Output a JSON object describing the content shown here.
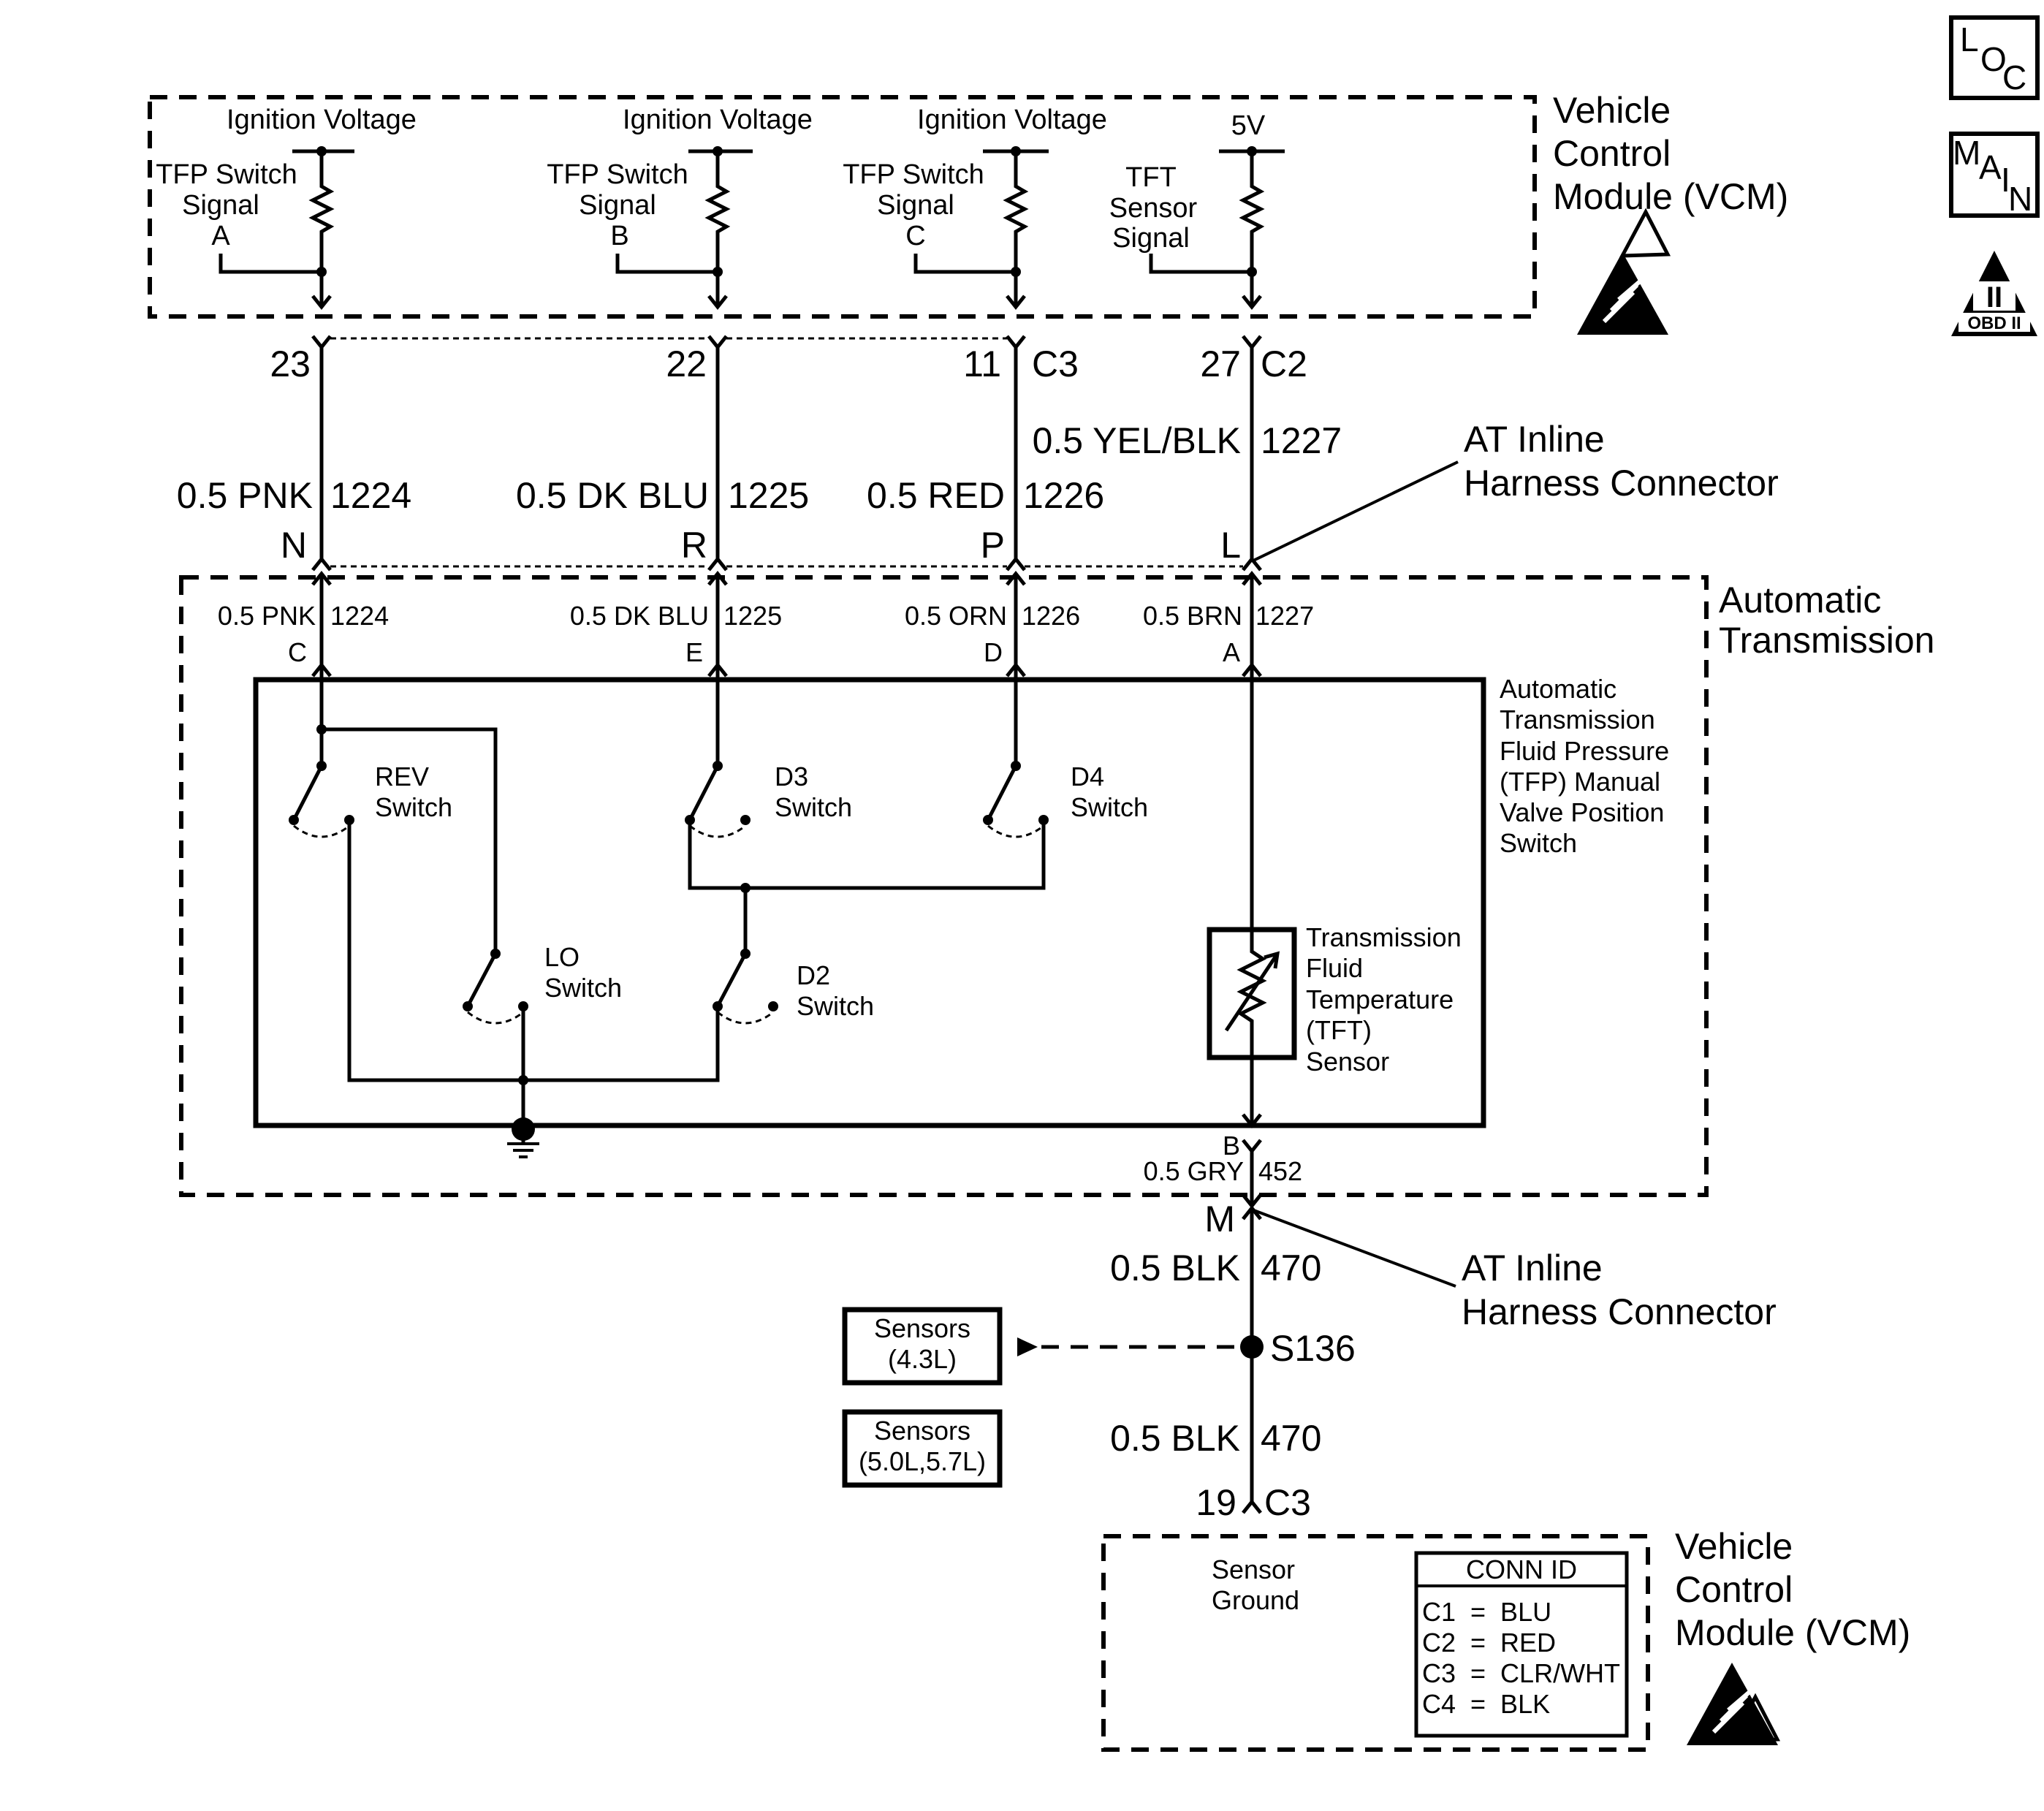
{
  "vcm_top": {
    "title_lines": [
      "Vehicle",
      "Control",
      "Module (VCM)"
    ],
    "circuits": [
      {
        "supply": "Ignition Voltage",
        "signal_lines": [
          "TFP Switch",
          "Signal",
          "A"
        ],
        "pin": "23",
        "connector": ""
      },
      {
        "supply": "Ignition Voltage",
        "signal_lines": [
          "TFP Switch",
          "Signal",
          "B"
        ],
        "pin": "22",
        "connector": ""
      },
      {
        "supply": "Ignition Voltage",
        "signal_lines": [
          "TFP Switch",
          "Signal",
          "C"
        ],
        "pin": "11",
        "connector": "C3"
      },
      {
        "supply": "5V",
        "signal_lines": [
          "TFT",
          "Sensor",
          "Signal"
        ],
        "pin": "27",
        "connector": "C2"
      }
    ]
  },
  "side_icons": {
    "loc": [
      "L",
      "O",
      "C"
    ],
    "main": [
      "M",
      "A",
      "I",
      "N"
    ],
    "obd": {
      "roman": "II",
      "label": "OBD II"
    }
  },
  "harness_wires": [
    {
      "size_color": "0.5 PNK",
      "circuit": "1224",
      "terminal": "N"
    },
    {
      "size_color": "0.5 DK BLU",
      "circuit": "1225",
      "terminal": "R"
    },
    {
      "size_color": "0.5 RED",
      "circuit": "1226",
      "terminal": "P"
    },
    {
      "size_color": "0.5 YEL/BLK",
      "circuit": "1227",
      "terminal": "L"
    }
  ],
  "inline_connector_label": [
    "AT Inline",
    "Harness Connector"
  ],
  "automatic_transmission": {
    "title_lines": [
      "Automatic",
      "Transmission"
    ],
    "wires": [
      {
        "size_color": "0.5 PNK",
        "circuit": "1224",
        "terminal": "C"
      },
      {
        "size_color": "0.5 DK BLU",
        "circuit": "1225",
        "terminal": "E"
      },
      {
        "size_color": "0.5 ORN",
        "circuit": "1226",
        "terminal": "D"
      },
      {
        "size_color": "0.5 BRN",
        "circuit": "1227",
        "terminal": "A"
      }
    ],
    "tfp_label_lines": [
      "Automatic",
      "Transmission",
      "Fluid Pressure",
      "(TFP) Manual",
      "Valve Position",
      "Switch"
    ],
    "switches": {
      "rev": [
        "REV",
        "Switch"
      ],
      "d3": [
        "D3",
        "Switch"
      ],
      "d4": [
        "D4",
        "Switch"
      ],
      "lo": [
        "LO",
        "Switch"
      ],
      "d2": [
        "D2",
        "Switch"
      ]
    },
    "tft_label_lines": [
      "Transmission",
      "Fluid",
      "Temperature",
      "(TFT)",
      "Sensor"
    ],
    "ground_terminal": "B",
    "ground_wire": {
      "size_color": "0.5 GRY",
      "circuit": "452"
    }
  },
  "ground_circuit": {
    "inline_terminal": "M",
    "wire_upper": {
      "size_color": "0.5 BLK",
      "circuit": "470"
    },
    "splice": "S136",
    "wire_lower": {
      "size_color": "0.5 BLK",
      "circuit": "470"
    },
    "pin": "19",
    "connector": "C3",
    "sensors_43": [
      "Sensors",
      "(4.3L)"
    ],
    "sensors_57": [
      "Sensors",
      "(5.0L,5.7L)"
    ]
  },
  "vcm_bottom": {
    "title_lines": [
      "Vehicle",
      "Control",
      "Module (VCM)"
    ],
    "ground_label_lines": [
      "Sensor",
      "Ground"
    ],
    "conn_id": {
      "title": "CONN ID",
      "rows": [
        "C1  =  BLU",
        "C2  =  RED",
        "C3  =  CLR/WHT",
        "C4  =  BLK"
      ]
    }
  }
}
